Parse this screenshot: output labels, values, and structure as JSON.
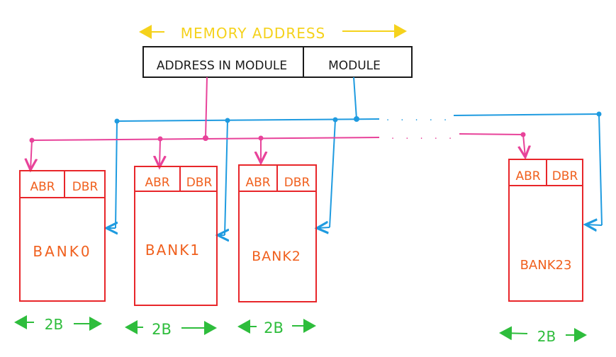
{
  "title": "MEMORY ADDRESS",
  "address_fields": {
    "left": "ADDRESS IN MODULE",
    "right": "MODULE"
  },
  "banks": [
    {
      "name": "BANK0",
      "abr": "ABR",
      "dbr": "DBR",
      "width_label": "2B"
    },
    {
      "name": "BANK1",
      "abr": "ABR",
      "dbr": "DBR",
      "width_label": "2B"
    },
    {
      "name": "BANK2",
      "abr": "ABR",
      "dbr": "DBR",
      "width_label": "2B"
    },
    {
      "name": "BANK23",
      "abr": "ABR",
      "dbr": "DBR",
      "width_label": "2B"
    }
  ],
  "ellipsis": ". . . . .",
  "colors": {
    "title": "#f5d21c",
    "outline": "#1a1a1a",
    "bank": "#e8262a",
    "bank_text": "#f0601e",
    "address_line": "#e8439a",
    "module_line": "#1f9be0",
    "width_label": "#2ebd3c"
  }
}
